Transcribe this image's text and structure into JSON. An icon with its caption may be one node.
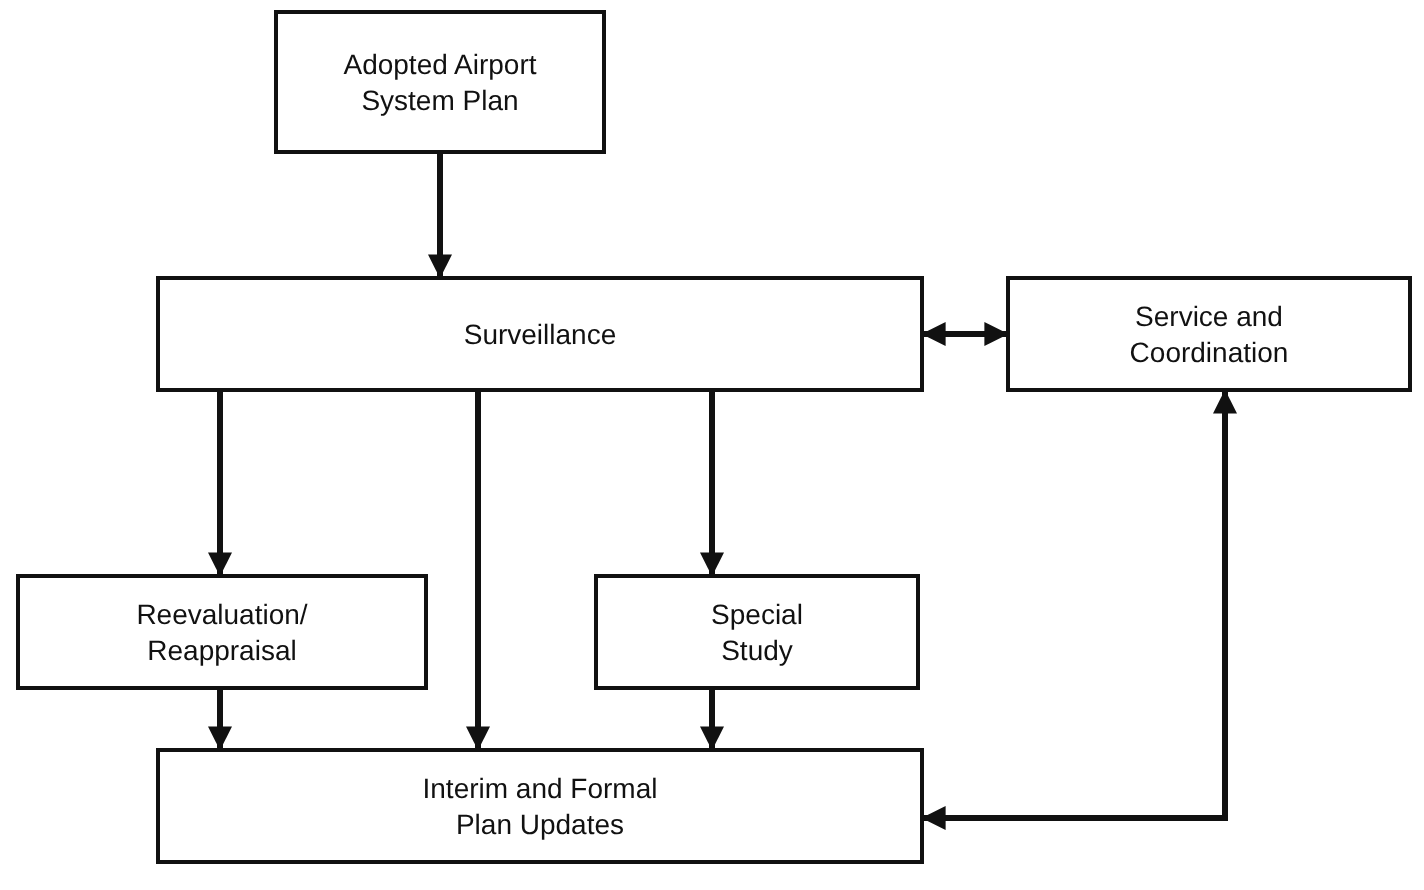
{
  "diagram": {
    "nodes": [
      {
        "text": [
          "Adopted Airport System Plan"
        ]
      },
      {
        "text": [
          "Surveillance"
        ]
      },
      {
        "text": [
          "Service and Coordination"
        ]
      },
      {
        "text": [
          "Reevaluation/ Reappraisal"
        ]
      },
      {
        "text": [
          "Special Study"
        ]
      },
      {
        "text": [
          "Interim and Formal Plan Updates"
        ]
      }
    ],
    "edges": [
      {
        "from": 0,
        "to": 1,
        "arrow": "to"
      },
      {
        "from": 1,
        "to": 2,
        "arrow": "both"
      },
      {
        "from": 1,
        "to": 3,
        "arrow": "to"
      },
      {
        "from": 1,
        "to": 5,
        "arrow": "to"
      },
      {
        "from": 1,
        "to": 4,
        "arrow": "to"
      },
      {
        "from": 3,
        "to": 5,
        "arrow": "to"
      },
      {
        "from": 4,
        "to": 5,
        "arrow": "to"
      },
      {
        "from": 5,
        "to": 2,
        "arrow": "both"
      }
    ]
  }
}
